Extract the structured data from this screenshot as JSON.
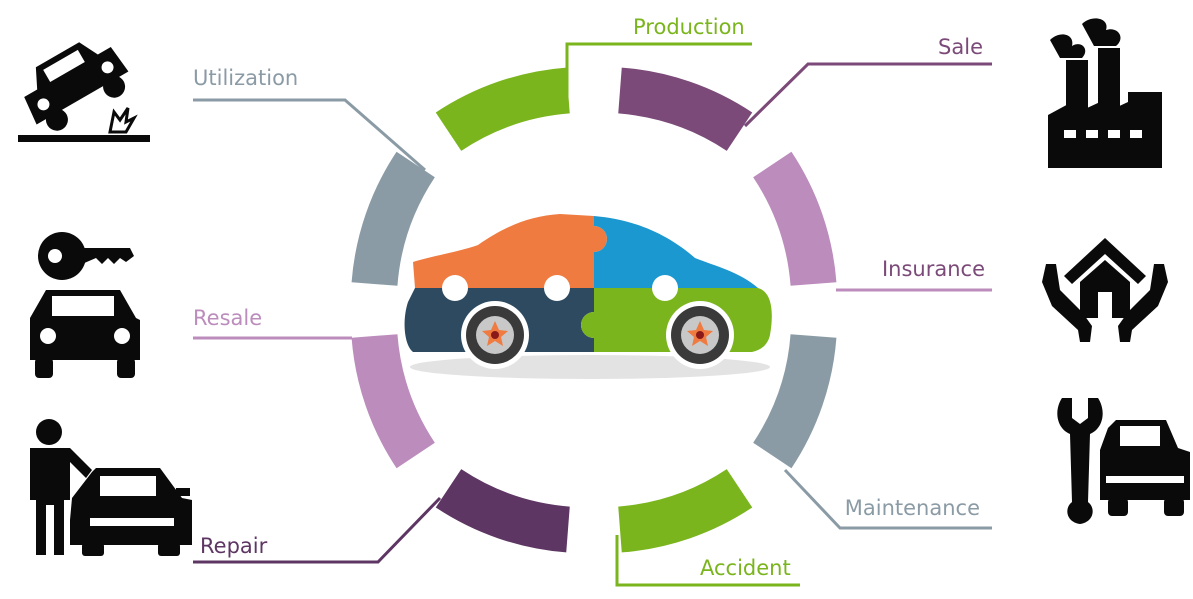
{
  "colors": {
    "green": "#7ab51d",
    "dark_purple": "#7b4a78",
    "light_purple": "#bb8cbc",
    "slate": "#8b9ba5",
    "deep_purple": "#5e3663",
    "orange": "#ef7b40",
    "blue": "#1b98d0",
    "navy": "#2d4a60",
    "black": "#0a0a0a"
  },
  "stages": [
    {
      "key": "production",
      "label": "Production",
      "color": "#7ab51d"
    },
    {
      "key": "sale",
      "label": "Sale",
      "color": "#7b4a78"
    },
    {
      "key": "insurance",
      "label": "Insurance",
      "color": "#bb8cbc"
    },
    {
      "key": "maintenance",
      "label": "Maintenance",
      "color": "#8b9ba5"
    },
    {
      "key": "accident",
      "label": "Accident",
      "color": "#7ab51d"
    },
    {
      "key": "repair",
      "label": "Repair",
      "color": "#5e3663"
    },
    {
      "key": "resale",
      "label": "Resale",
      "color": "#bb8cbc"
    },
    {
      "key": "utilization",
      "label": "Utilization",
      "color": "#8b9ba5"
    }
  ],
  "icons": [
    "factory-icon",
    "house-in-hands-icon",
    "wrench-car-icon",
    "person-with-car-icon",
    "key-car-icon",
    "overturned-car-icon"
  ],
  "center": "puzzle-car"
}
